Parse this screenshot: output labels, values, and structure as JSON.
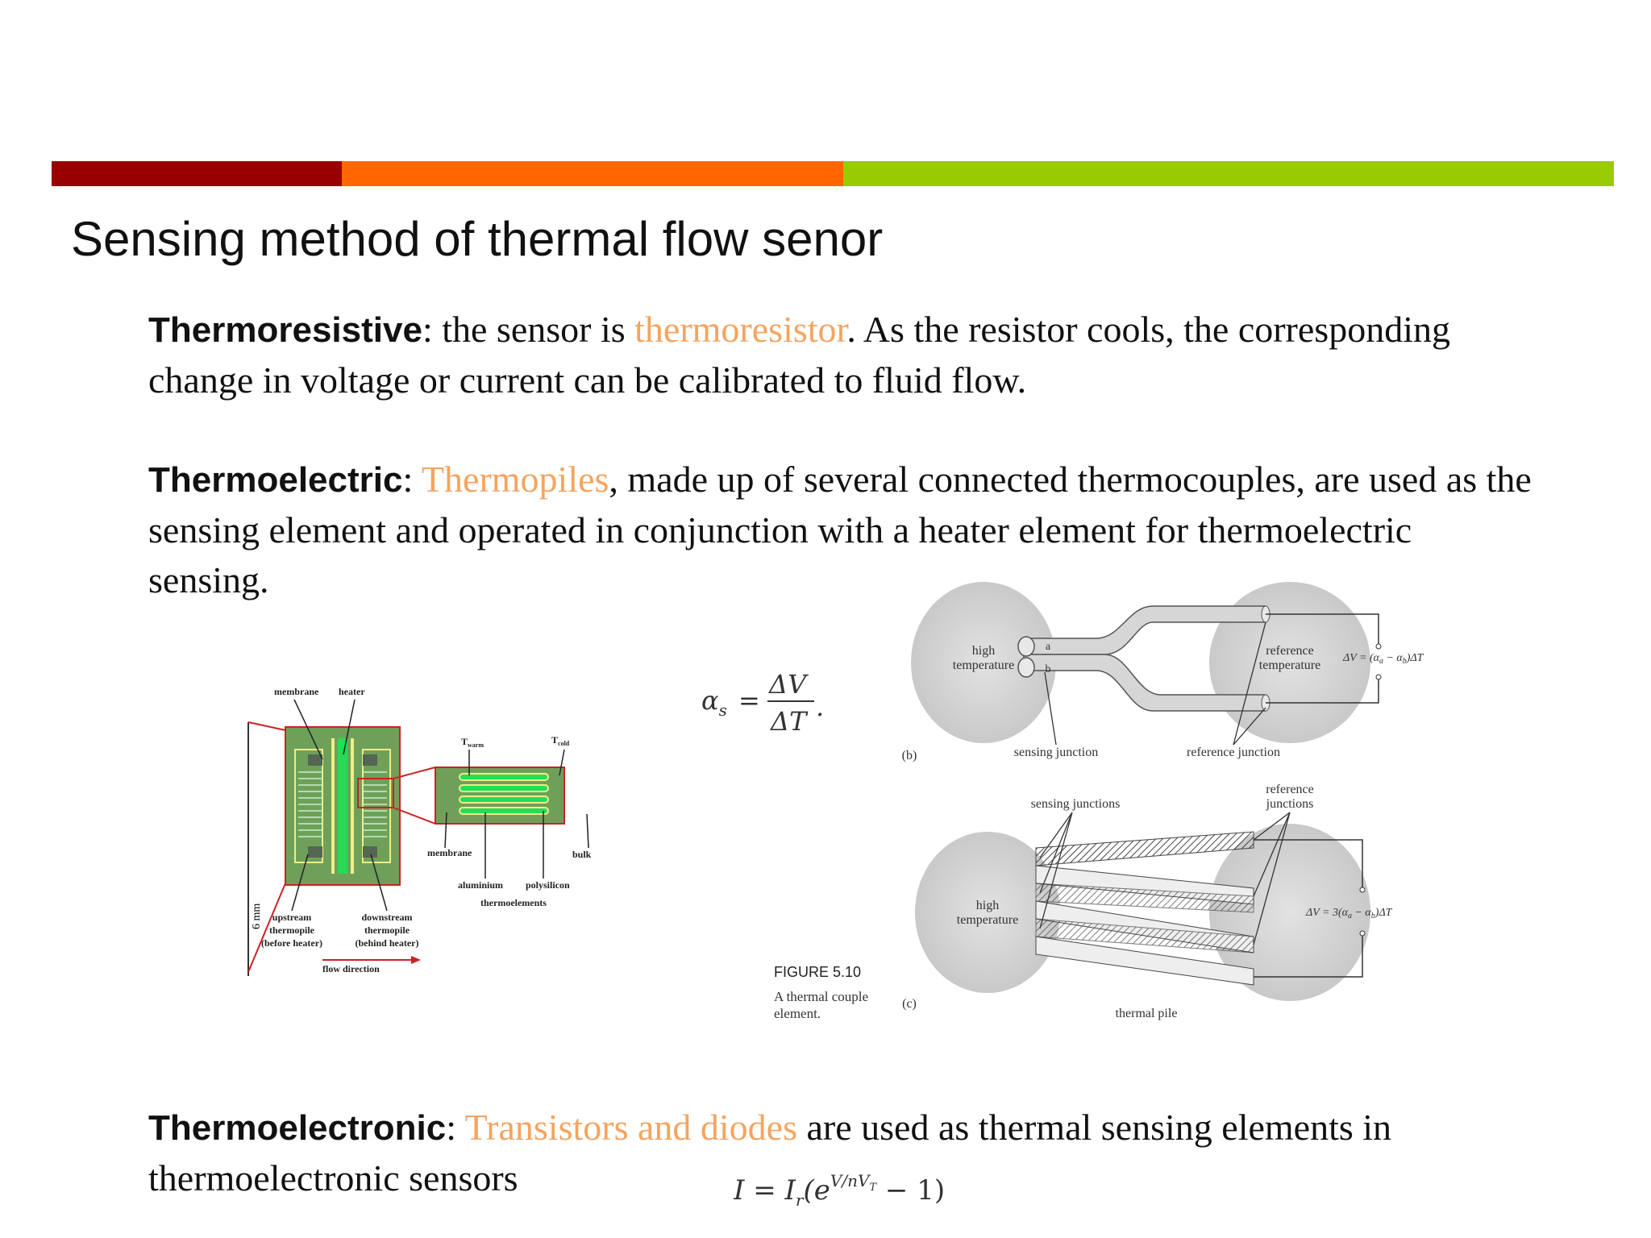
{
  "slide": {
    "title": "Sensing method of thermal flow senor",
    "colors": {
      "bar_red": "#990000",
      "bar_orange": "#ff6600",
      "bar_green": "#99cc00",
      "highlight": "#f4a460"
    },
    "p1": {
      "term": "Thermoresistive",
      "sep": ": ",
      "t1": "the sensor is ",
      "hl": "thermoresistor",
      "t2": ". As the resistor cools, the corresponding change in voltage or current can be calibrated to fluid flow."
    },
    "p2": {
      "term": "Thermoelectric",
      "sep": ": ",
      "hl": "Thermopiles",
      "t2": ", made up of several connected thermocouples, are used as the sensing element and operated in conjunction with a heater element for thermoelectric sensing."
    },
    "p3": {
      "term": "Thermoelectronic",
      "sep": ": ",
      "hl": "Transistors and diodes",
      "t2": " are used as thermal sensing elements in thermoelectronic sensors"
    }
  },
  "figure_left": {
    "membrane": "membrane",
    "heater": "heater",
    "t_warm": "T",
    "t_warm_sub": "warm",
    "t_cold": "T",
    "t_cold_sub": "cold",
    "membrane2": "membrane",
    "bulk": "bulk",
    "aluminium": "aluminium",
    "polysilicon": "polysilicon",
    "thermoelements": "thermoelements",
    "up1": "upstream",
    "up2": "thermopile",
    "up3": "(before heater)",
    "down1": "downstream",
    "down2": "thermopile",
    "down3": "(behind heater)",
    "size": "6 mm",
    "flow": "flow direction"
  },
  "equations": {
    "alpha": "α",
    "alpha_sub": "s",
    "eq": "=",
    "num": "ΔV",
    "den": "ΔT",
    "dot": ".",
    "diode": "I = I",
    "diode_sub": "r",
    "diode_paren_open": "(e",
    "diode_exp": "V/nV",
    "diode_exp_sub": "T",
    "diode_tail": " − 1)"
  },
  "figure_right": {
    "high_temp_b1": "high",
    "high_temp_b2": "temperature",
    "label_a": "a",
    "label_b": "b",
    "ref_temp1": "reference",
    "ref_temp2": "temperature",
    "dv_b": "ΔV = (α",
    "dv_b_a": "a",
    "dv_b_mid": " − α",
    "dv_b_b": "b",
    "dv_b_end": ")ΔT",
    "sensing_junction": "sensing junction",
    "reference_junction": "reference junction",
    "label_b_panel": "(b)",
    "ref_junctions1": "reference",
    "ref_junctions2": "junctions",
    "sensing_junctions": "sensing junctions",
    "high_temp_c1": "high",
    "high_temp_c2": "temperature",
    "dv_c": "ΔV = 3(α",
    "dv_c_a": "a",
    "dv_c_mid": " − α",
    "dv_c_b": "b",
    "dv_c_end": ")ΔT",
    "thermal_pile": "thermal pile",
    "label_c_panel": "(c)",
    "fig_title": "FIGURE 5.10",
    "fig_caption": "A thermal couple element."
  }
}
